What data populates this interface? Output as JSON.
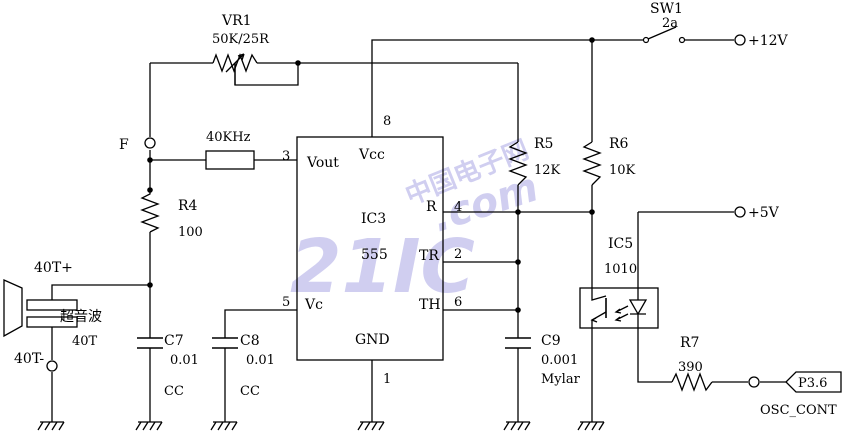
{
  "colors": {
    "wire": "#000000",
    "background": "#ffffff",
    "watermark": "#c8c6ee",
    "watermark_dark": "#b4b1e6"
  },
  "watermark": {
    "big": "21IC",
    "dotcom": ".com",
    "cn": "中国电子网"
  },
  "ic3": {
    "name": "IC3",
    "part": "555",
    "vcc": "Vcc",
    "vout": "Vout",
    "r": "R",
    "tr": "TR",
    "th": "TH",
    "vc": "Vc",
    "gnd": "GND",
    "pin_vcc": "8",
    "pin_vout": "3",
    "pin_r": "4",
    "pin_tr": "2",
    "pin_th": "6",
    "pin_vc": "5",
    "pin_gnd": "1"
  },
  "components": {
    "vr1": {
      "ref": "VR1",
      "value": "50K/25R"
    },
    "sw1": {
      "ref": "SW1",
      "type": "2a"
    },
    "supply12": "+12V",
    "supply5": "+5V",
    "node_f": "F",
    "freq": "40KHz",
    "r4": {
      "ref": "R4",
      "value": "100"
    },
    "r5": {
      "ref": "R5",
      "value": "12K"
    },
    "r6": {
      "ref": "R6",
      "value": "10K"
    },
    "r7": {
      "ref": "R7",
      "value": "390"
    },
    "c7": {
      "ref": "C7",
      "value": "0.01",
      "type": "CC"
    },
    "c8": {
      "ref": "C8",
      "value": "0.01",
      "type": "CC"
    },
    "c9": {
      "ref": "C9",
      "value": "0.001",
      "type": "Mylar"
    },
    "ic5": {
      "ref": "IC5",
      "part": "1010"
    },
    "transducer": {
      "plus": "40T+",
      "minus": "40T-",
      "name": "超音波",
      "part": "40T"
    },
    "port": {
      "pin": "P3.6",
      "net": "OSC_CONT"
    }
  }
}
